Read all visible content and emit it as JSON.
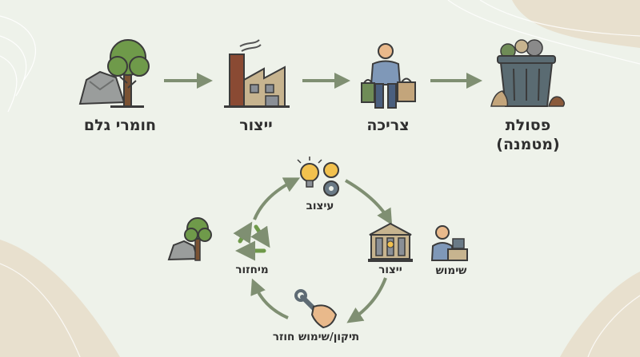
{
  "linear_flow": {
    "raw_materials": "חומרי גלם",
    "production": "ייצור",
    "consumption": "צריכה",
    "waste_line1": "פסולת",
    "waste_line2": "(מטמנה)"
  },
  "circular_flow": {
    "design": "עיצוב",
    "production": "ייצור",
    "use": "שימוש",
    "repair_reuse": "תיקון/שימוש חוזר",
    "recycling": "מיחזור"
  },
  "colors": {
    "background": "#eef2ea",
    "corner_blob": "#e8e0ce",
    "arrow": "#7f8f72",
    "text": "#2f2f2f"
  }
}
